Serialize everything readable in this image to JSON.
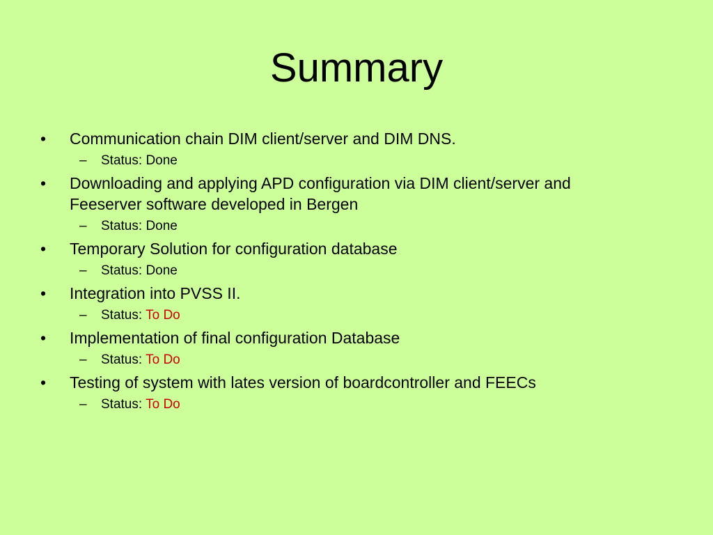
{
  "slide": {
    "background": "#ccff99",
    "title": "Summary",
    "bullet_symbol": "•",
    "sub_symbol": "–",
    "status_label": "Status:",
    "colors": {
      "done": "#000000",
      "todo": "#cc0000"
    },
    "items": [
      {
        "text": "Communication chain DIM client/server and DIM DNS.",
        "status": "Done"
      },
      {
        "text": "Downloading and applying APD configuration via DIM client/server and Feeserver software developed in Bergen",
        "status": "Done"
      },
      {
        "text": "Temporary Solution for configuration database",
        "status": "Done"
      },
      {
        "text": "Integration into PVSS II.",
        "status": "To Do"
      },
      {
        "text": "Implementation of final configuration Database",
        "status": "To Do"
      },
      {
        "text": "Testing of system with lates version of boardcontroller and FEECs",
        "status": "To Do"
      }
    ]
  }
}
